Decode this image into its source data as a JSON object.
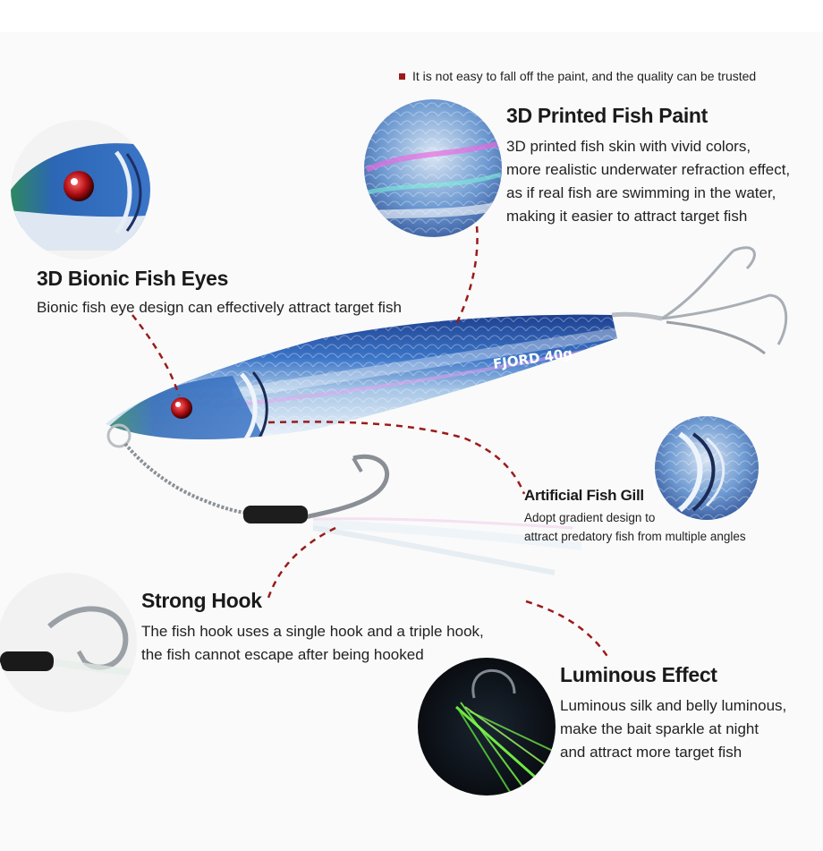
{
  "tagline": "It is not easy to fall off the paint, and the quality can be trusted",
  "brand_text": "FJORD 40g",
  "accent_color": "#9b1b1b",
  "features": {
    "paint": {
      "title": "3D Printed Fish Paint",
      "lines": [
        "3D printed fish skin with vivid colors,",
        "more realistic underwater refraction effect,",
        "as if real fish are swimming in the water,",
        "making it easier to attract target fish"
      ]
    },
    "eyes": {
      "title": "3D Bionic Fish Eyes",
      "lines": [
        "Bionic fish eye design can effectively attract target fish"
      ]
    },
    "gill": {
      "title": "Artificial Fish Gill",
      "lines": [
        "Adopt gradient design to",
        "attract predatory fish from multiple angles"
      ]
    },
    "hook": {
      "title": "Strong Hook",
      "lines": [
        "The fish hook uses a single hook and a triple hook,",
        "the fish cannot escape after being hooked"
      ]
    },
    "luminous": {
      "title": "Luminous Effect",
      "lines": [
        "Luminous silk and belly luminous,",
        "make the bait sparkle at night",
        "and attract more target fish"
      ]
    }
  }
}
